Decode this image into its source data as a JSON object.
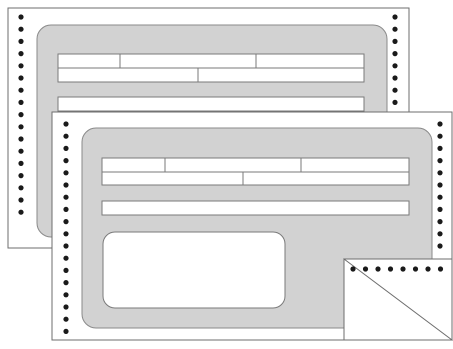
{
  "figure": {
    "subject": "continuous-feed-forms",
    "sheet_count": 2,
    "corner_peel": "bottom-right",
    "colors": {
      "background": "#ffffff",
      "paper": "#ffffff",
      "outline": "#6e6e6e",
      "form_panel": "#d2d2d2",
      "field": "#ffffff",
      "hole": "#1a1a1a"
    }
  }
}
